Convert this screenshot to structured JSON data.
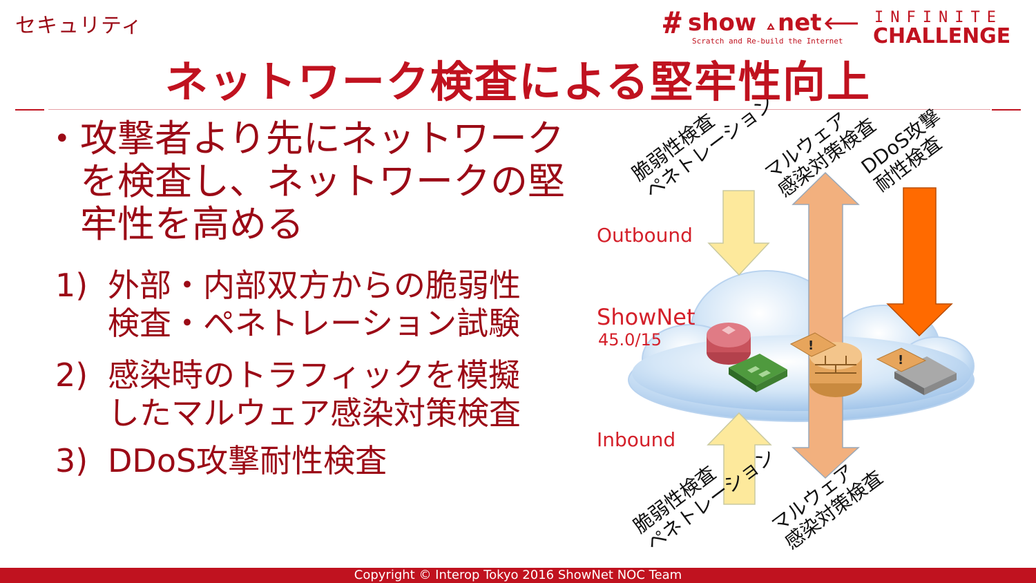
{
  "section": "セキュリティ",
  "title": "ネットワーク検査による堅牢性向上",
  "logo": {
    "hash": "#",
    "brand_show": "show",
    "brand_net": "net",
    "tagline": "Scratch and Re-build the Internet",
    "infinite": "INFINITE",
    "challenge": "CHALLENGE"
  },
  "bullet": {
    "marker": "•",
    "text": "攻撃者より先にネットワークを検査し、ネットワークの堅牢性を高める"
  },
  "items": [
    {
      "num": "1)",
      "text": "外部・内部双方からの脆弱性\n検査・ペネトレーション試験"
    },
    {
      "num": "2)",
      "text": "感染時のトラフィックを模擬\nしたマルウェア感染対策検査"
    },
    {
      "num": "3)",
      "text": "DDoS攻撃耐性検査"
    }
  ],
  "diagram": {
    "outbound": "Outbound",
    "inbound": "Inbound",
    "network_name": "ShowNet",
    "network_prefix": "45.0/15",
    "top_vuln": "脆弱性検査\nペネトレーション",
    "top_malware": "マルウェア\n感染対策検査",
    "top_ddos": "DDoS攻撃\n耐性検査",
    "bottom_vuln": "脆弱性検査\nペネトレーション",
    "bottom_malware": "マルウェア\n感染対策検査"
  },
  "footer": "Copyright © Interop Tokyo 2016 ShowNet NOC Team",
  "colors": {
    "accent": "#c0121f",
    "text_red": "#9b0a16",
    "arrow_yellow": "#fde99c",
    "arrow_salmon": "#f2b07e",
    "arrow_orange": "#ff6a00"
  }
}
